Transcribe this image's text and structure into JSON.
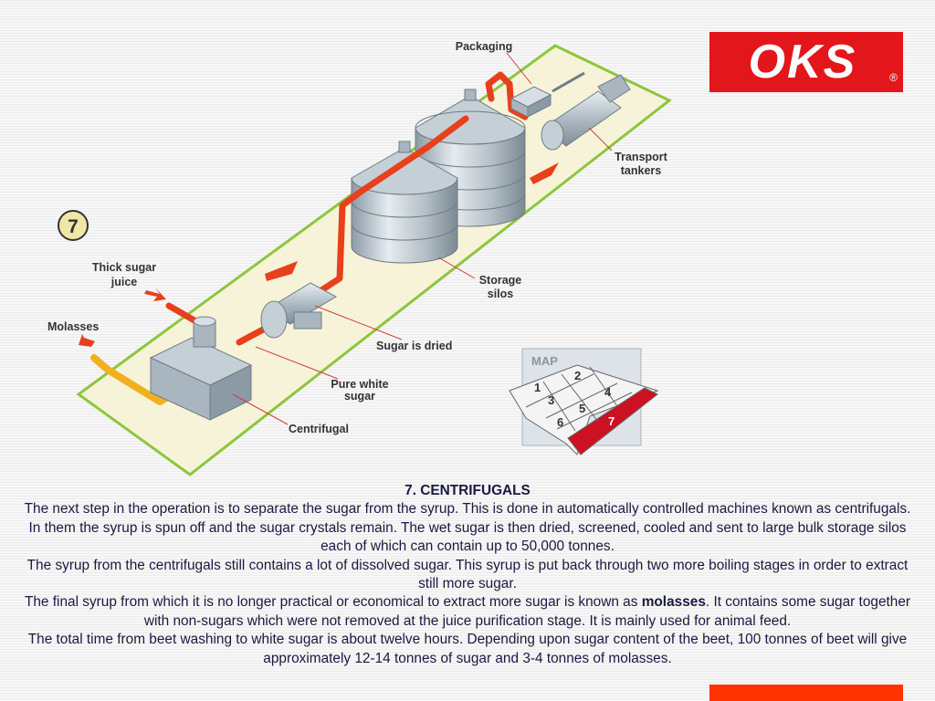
{
  "logo": {
    "text": "OKS",
    "registered": "®"
  },
  "diagram": {
    "step_number": "7",
    "labels": {
      "packaging": "Packaging",
      "transport_line1": "Transport",
      "transport_line2": "tankers",
      "storage_line1": "Storage",
      "storage_line2": "silos",
      "thick_line1": "Thick sugar",
      "thick_line2": "juice",
      "molasses": "Molasses",
      "sugar_dried": "Sugar is dried",
      "pure_line1": "Pure white",
      "pure_line2": "sugar",
      "centrifugal": "Centrifugal"
    },
    "map": {
      "title": "MAP",
      "cells": [
        "1",
        "2",
        "3",
        "4",
        "5",
        "6",
        "7"
      ],
      "highlight": "7",
      "highlight_color": "#cc1122"
    },
    "colors": {
      "pipe": "#e8401c",
      "molasses_pipe": "#f0b020",
      "platform": "#f7f3d8",
      "platform_border": "#8cc63f"
    }
  },
  "text": {
    "heading": "7. CENTRIFUGALS",
    "para1": "The next step in the operation is to separate the sugar from the syrup. This is done in automatically controlled machines known as centrifugals. In them the syrup is spun off and the sugar crystals remain. The wet sugar is then dried, screened, cooled and sent to large bulk storage silos each of which can contain up to 50,000 tonnes.",
    "para2": "The syrup from the centrifugals still contains a lot of dissolved sugar. This syrup is put back through two more boiling stages in order to extract still more sugar.",
    "para3_before": "The final syrup from which it is no longer practical or economical to extract more sugar is known as ",
    "para3_bold": "molasses",
    "para3_after": ". It contains some sugar together with non-sugars which were not removed at the juice purification stage. It is mainly used for animal feed.",
    "para4": "The total time from beet washing to white sugar is about twelve hours. Depending upon sugar content of the beet, 100 tonnes of beet will give approximately 12-14 tonnes of sugar and 3-4 tonnes of molasses."
  }
}
